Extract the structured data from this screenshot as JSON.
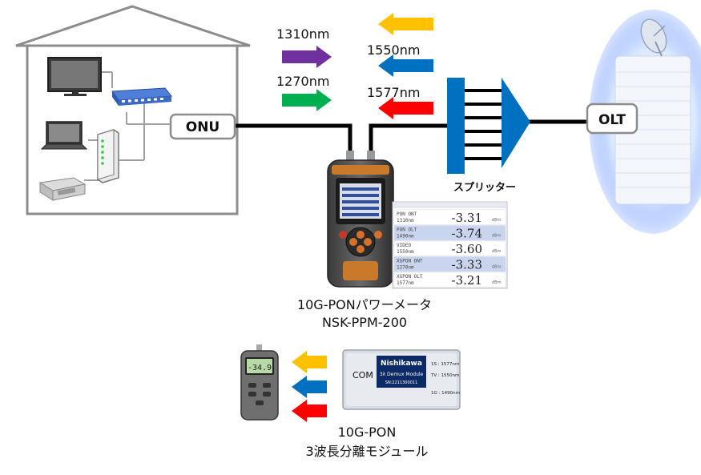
{
  "wavelengths": {
    "w1310": "1310nm",
    "w1270": "1270nm",
    "w1550": "1550nm",
    "w1577": "1577nm"
  },
  "nodes": {
    "onu": "ONU",
    "olt": "OLT",
    "splitter": "スプリッター"
  },
  "power_meter": {
    "label_line1": "10G-PONパワーメータ",
    "label_line2": "NSK-PPM-200"
  },
  "screen": {
    "rows": [
      {
        "name": "PON ONT",
        "sub": "1310nm",
        "value": "-3.31",
        "unit": "dBm"
      },
      {
        "name": "PON OLT",
        "sub": "1490nm",
        "value": "-3.74",
        "unit": "dBm"
      },
      {
        "name": "VIDEO",
        "sub": "1550nm",
        "value": "-3.60",
        "unit": "dBm"
      },
      {
        "name": "XGPON ONT",
        "sub": "1270nm",
        "value": "-3.33",
        "unit": "dBm"
      },
      {
        "name": "XGPON OLT",
        "sub": "1577nm",
        "value": "-3.21",
        "unit": "dBm"
      }
    ]
  },
  "module": {
    "label_line1": "10G-PON",
    "label_line2": "3波長分離モジュール",
    "brand": "Nishikawa",
    "model": "3λ Demux Module",
    "serial": "SN:2211300011",
    "com": "COM",
    "port1": "1S : 1577nm",
    "port2": "TV : 1550nm",
    "port3": "1G : 1490nm",
    "meter_reading": "-34.9"
  },
  "colors": {
    "purple": "#7030a0",
    "green": "#00b050",
    "yellow": "#ffc000",
    "blue": "#0070c0",
    "red": "#ff0000",
    "splitter": "#0070c0"
  }
}
